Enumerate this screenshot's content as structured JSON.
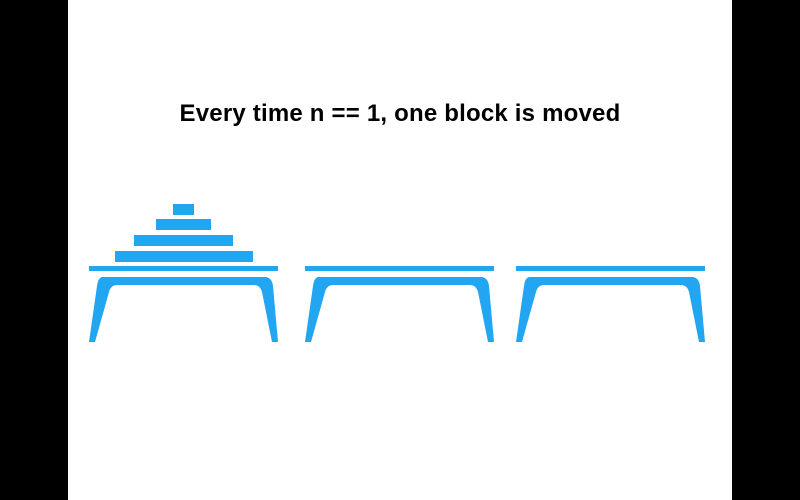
{
  "slide": {
    "title": "Every time n == 1, one block is moved"
  },
  "colors": {
    "accent": "#22A6F2",
    "background": "#FFFFFF",
    "letterbox": "#000000",
    "text": "#000000"
  },
  "puzzle": {
    "pegs": 3,
    "block_count": 4,
    "blocks_on_peg": [
      4,
      0,
      0
    ]
  }
}
